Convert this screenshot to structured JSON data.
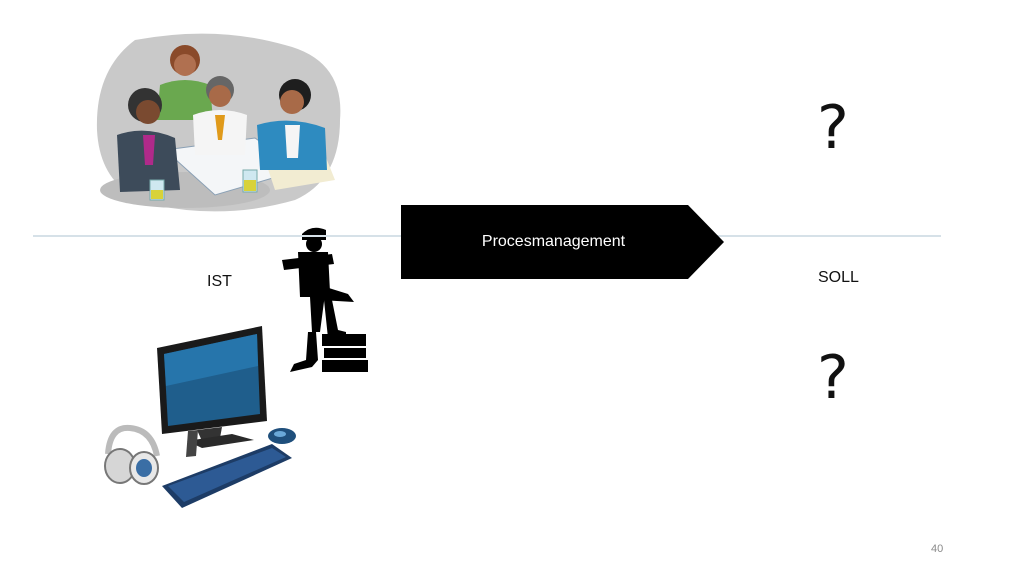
{
  "labels": {
    "ist": "IST",
    "soll": "SOLL",
    "question_top": "?",
    "question_bottom": "?"
  },
  "arrow": {
    "label": "Procesmanagement",
    "color": "#000000"
  },
  "footer": {
    "page_number": "40"
  },
  "colors": {
    "divider": "#d6e1e8",
    "text": "#111111"
  },
  "icons": [
    "team-meeting-icon",
    "worker-statue-icon",
    "computer-workstation-icon"
  ]
}
